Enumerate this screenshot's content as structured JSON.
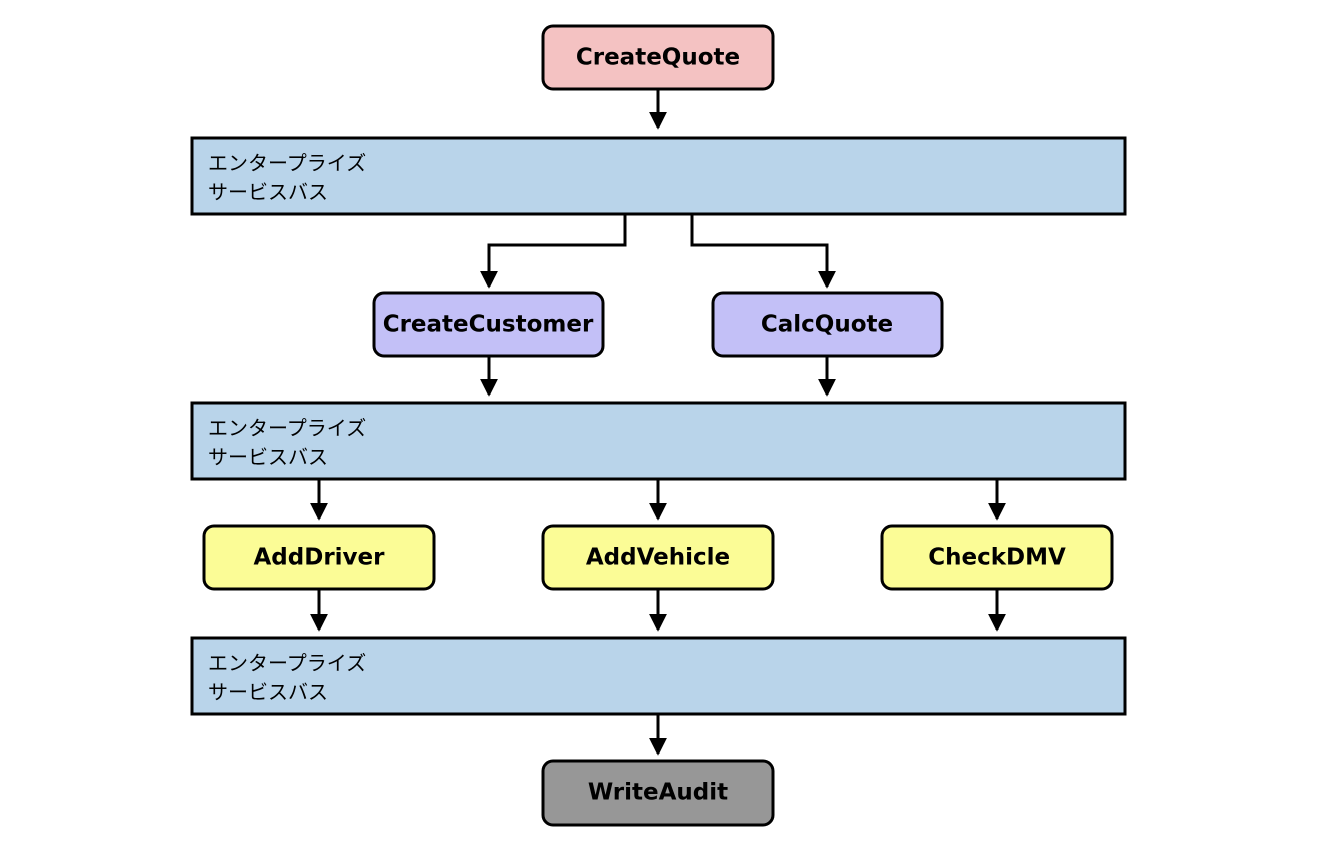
{
  "colors": {
    "start": "#f4c2c2",
    "service_blue": "#c3c0f7",
    "service_yellow": "#fbfc96",
    "end": "#979797",
    "bus": "#b9d4ea",
    "stroke": "#000000"
  },
  "nodes": {
    "create_quote": "CreateQuote",
    "create_customer": "CreateCustomer",
    "calc_quote": "CalcQuote",
    "add_driver": "AddDriver",
    "add_vehicle": "AddVehicle",
    "check_dmv": "CheckDMV",
    "write_audit": "WriteAudit"
  },
  "buses": [
    {
      "line1": "エンタープライズ",
      "line2": "サービスバス"
    },
    {
      "line1": "エンタープライズ",
      "line2": "サービスバス"
    },
    {
      "line1": "エンタープライズ",
      "line2": "サービスバス"
    }
  ]
}
